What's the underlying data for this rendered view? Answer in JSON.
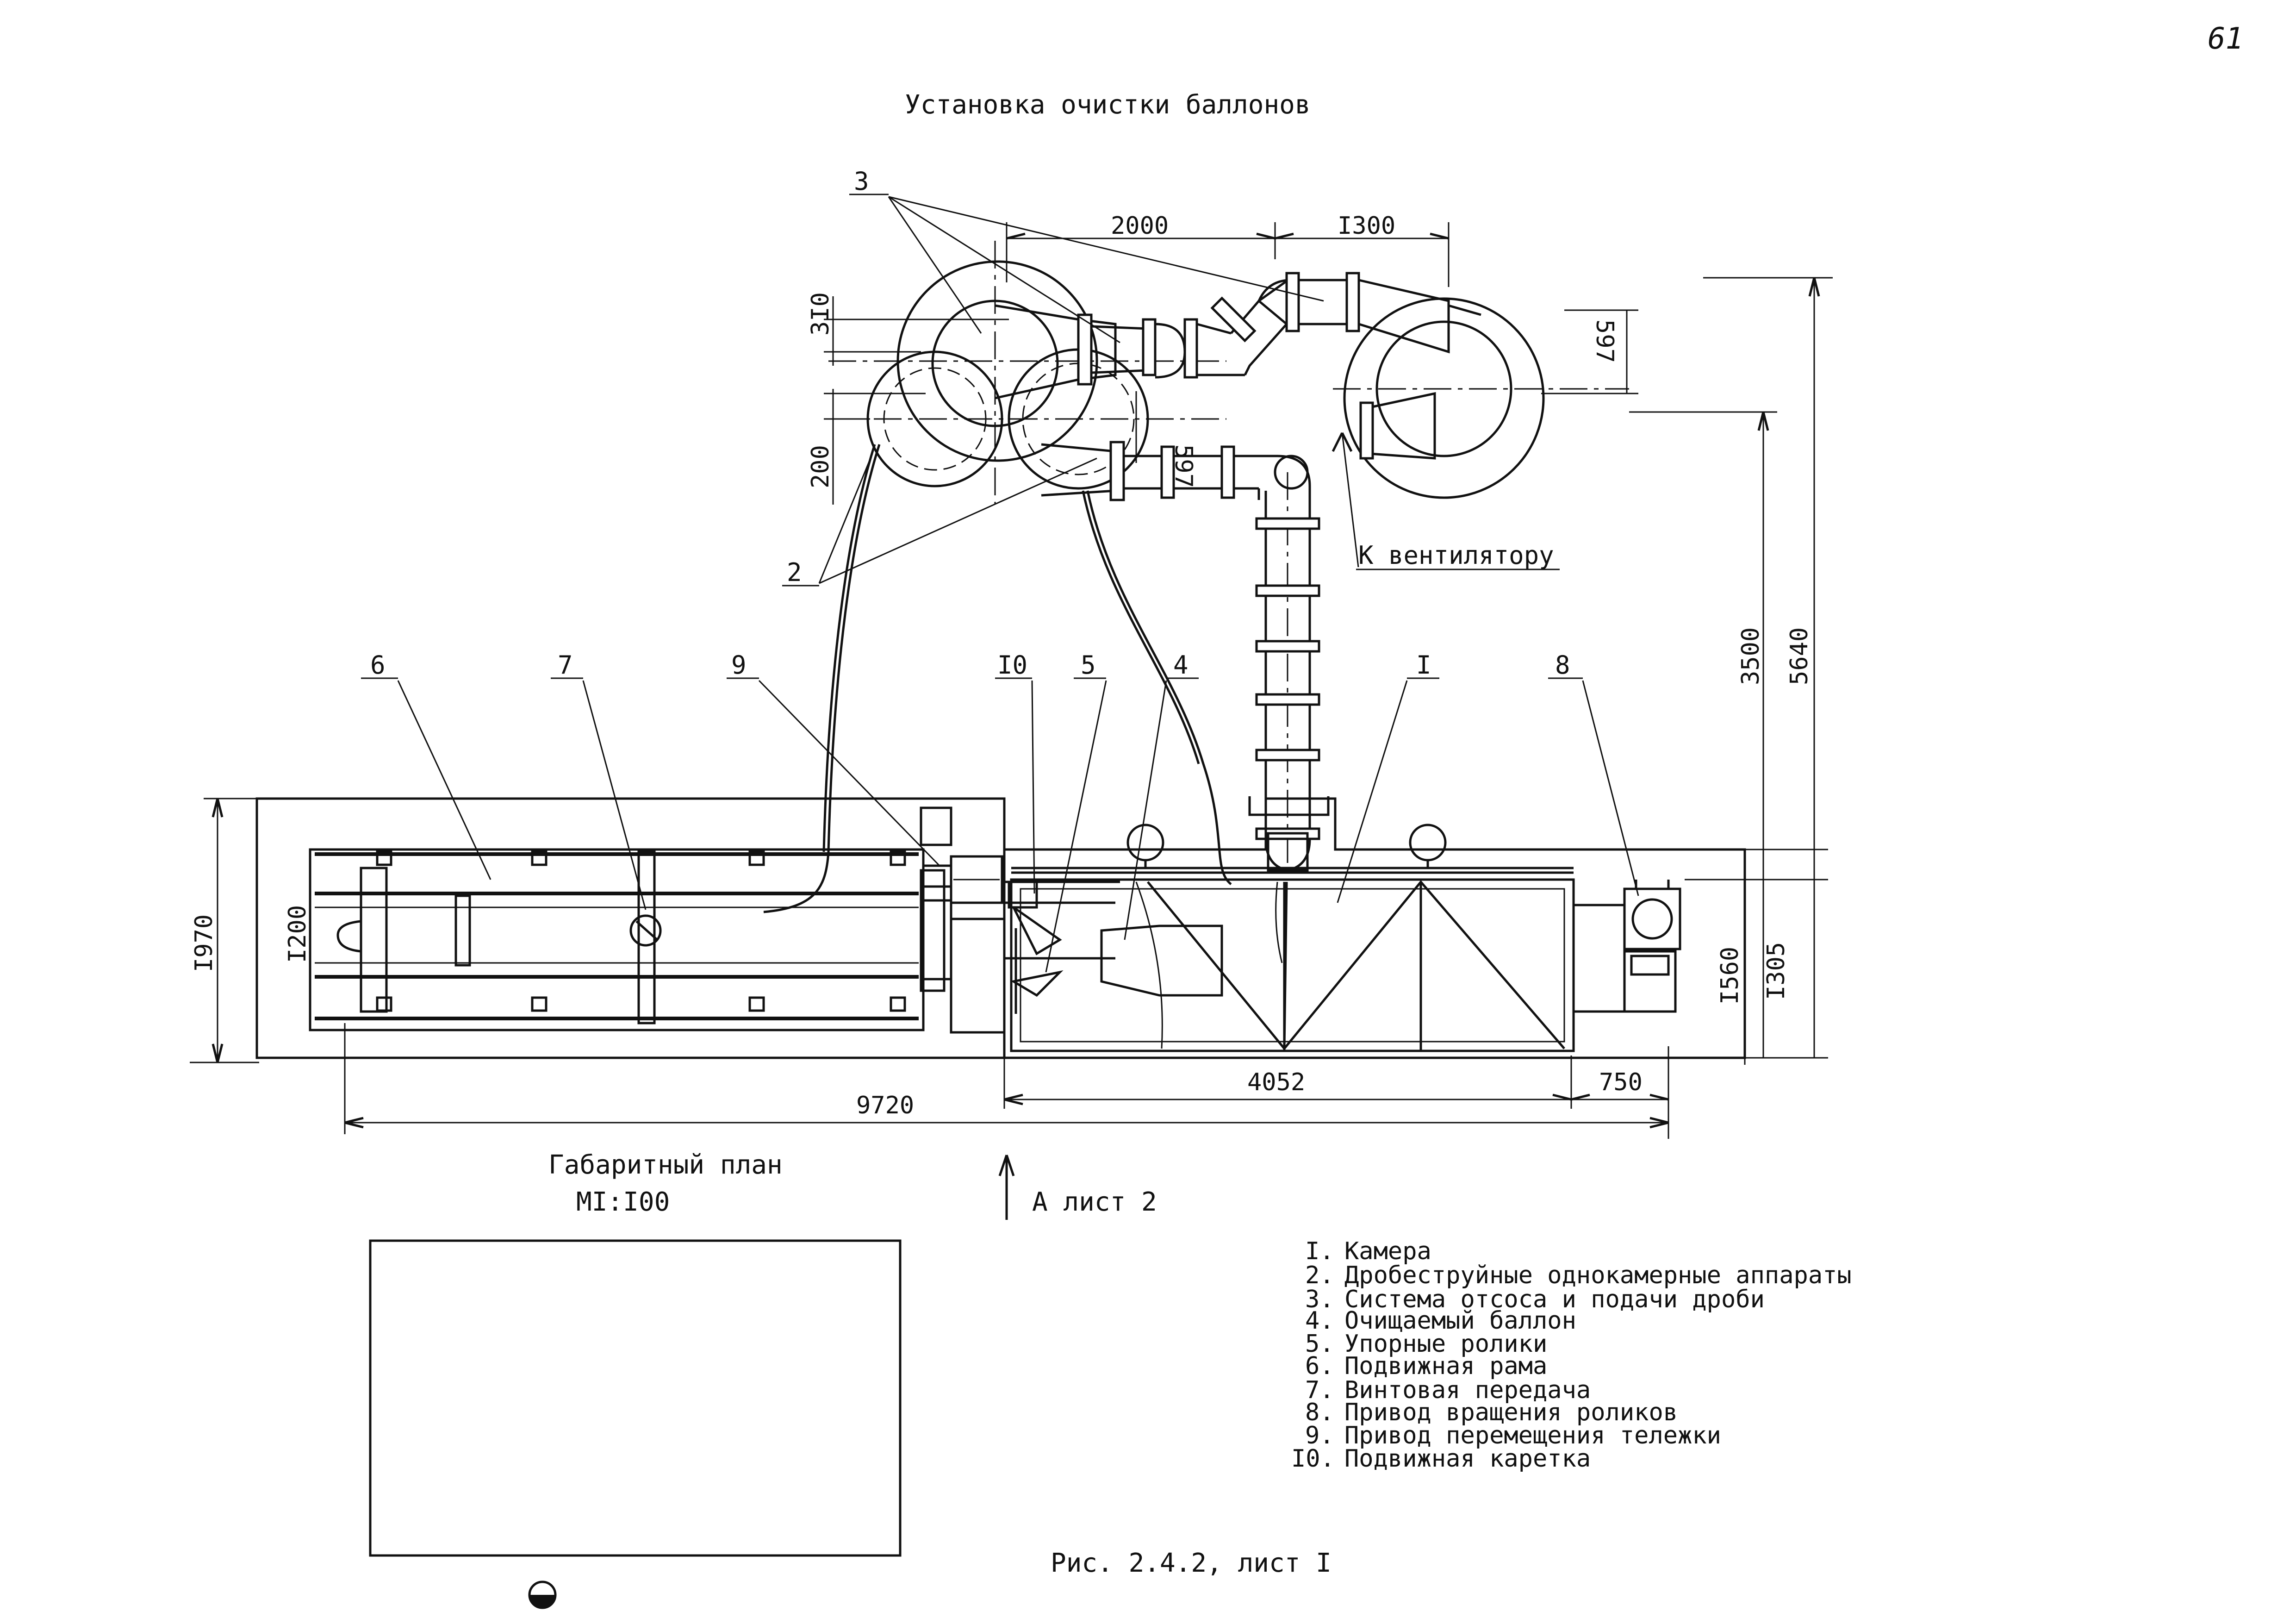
{
  "page_number": "61",
  "title": "Установка очистки баллонов",
  "callouts": {
    "c1": "I",
    "c2": "2",
    "c3": "3",
    "c4": "4",
    "c5": "5",
    "c6": "6",
    "c7": "7",
    "c8": "8",
    "c9": "9",
    "c10": "I0"
  },
  "dimensions": {
    "d2000": "2000",
    "d1300": "I300",
    "d310": "3I0",
    "d200": "200",
    "d597a": "597",
    "d597b": "597",
    "d3500": "3500",
    "d5640": "5640",
    "d1970": "I970",
    "d1200": "I200",
    "d1560": "I560",
    "d1305": "I305",
    "d9720": "9720",
    "d4052": "4052",
    "d750": "750"
  },
  "to_fan_label": "К вентилятору",
  "layout_plan_label": "Габаритный план",
  "scale_label": "МI:I00",
  "view_label": "А лист 2",
  "legend": [
    {
      "num": "I.",
      "text": "Камера"
    },
    {
      "num": "2.",
      "text": "Дробеструйные однокамерные аппараты"
    },
    {
      "num": "3.",
      "text": "Система отсоса и подачи дроби"
    },
    {
      "num": "4.",
      "text": "Очищаемый баллон"
    },
    {
      "num": "5.",
      "text": "Упорные ролики"
    },
    {
      "num": "6.",
      "text": "Подвижная рама"
    },
    {
      "num": "7.",
      "text": "Винтовая передача"
    },
    {
      "num": "8.",
      "text": "Привод вращения роликов"
    },
    {
      "num": "9.",
      "text": "Привод перемещения тележки"
    },
    {
      "num": "I0.",
      "text": "Подвижная каретка"
    }
  ],
  "caption": "Рис. 2.4.2, лист I"
}
